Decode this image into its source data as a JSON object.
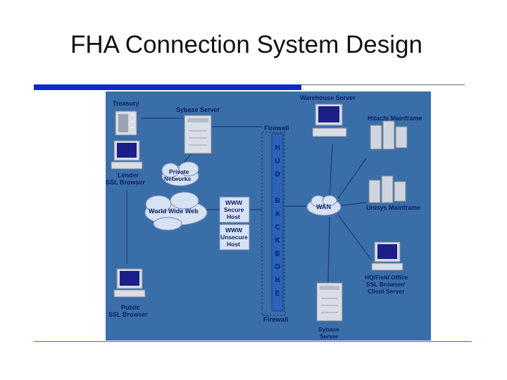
{
  "slide": {
    "title": "FHA Connection System Design"
  },
  "nodes": {
    "treasury": "Treasury",
    "sybase_top": "Sybase Server",
    "warehouse": "Warehouse Server",
    "hitachi": "Hitachi Mainframe",
    "firewall_top": "Firewall",
    "firewall_bottom": "Firewall",
    "lender_l1": "Lender",
    "lender_l2": "SSL Browser",
    "private_l1": "Private",
    "private_l2": "Networks",
    "www": "World Wide Web",
    "secure_l1": "WWW",
    "secure_l2": "Secure",
    "secure_l3": "Host",
    "unsecure_l1": "WWW",
    "unsecure_l2": "Unsecure",
    "unsecure_l3": "Host",
    "wan": "WAN",
    "unisys": "Unisys Mainframe",
    "hq_l1": "HQ/Field Office",
    "hq_l2": "SSL Browser/",
    "hq_l3": "Client Server",
    "public_l1": "Public",
    "public_l2": "SSL Browser",
    "sybase_b_l1": "Sybase",
    "sybase_b_l2": "Server"
  },
  "backbone": [
    "H",
    "U",
    "D",
    "",
    "B",
    "A",
    "C",
    "K",
    "B",
    "O",
    "N",
    "E"
  ],
  "colors": {
    "background": "#3a6ea8",
    "label": "#0b1f66",
    "screen": "#1a1f8a",
    "backbone": "#2a63b8"
  }
}
